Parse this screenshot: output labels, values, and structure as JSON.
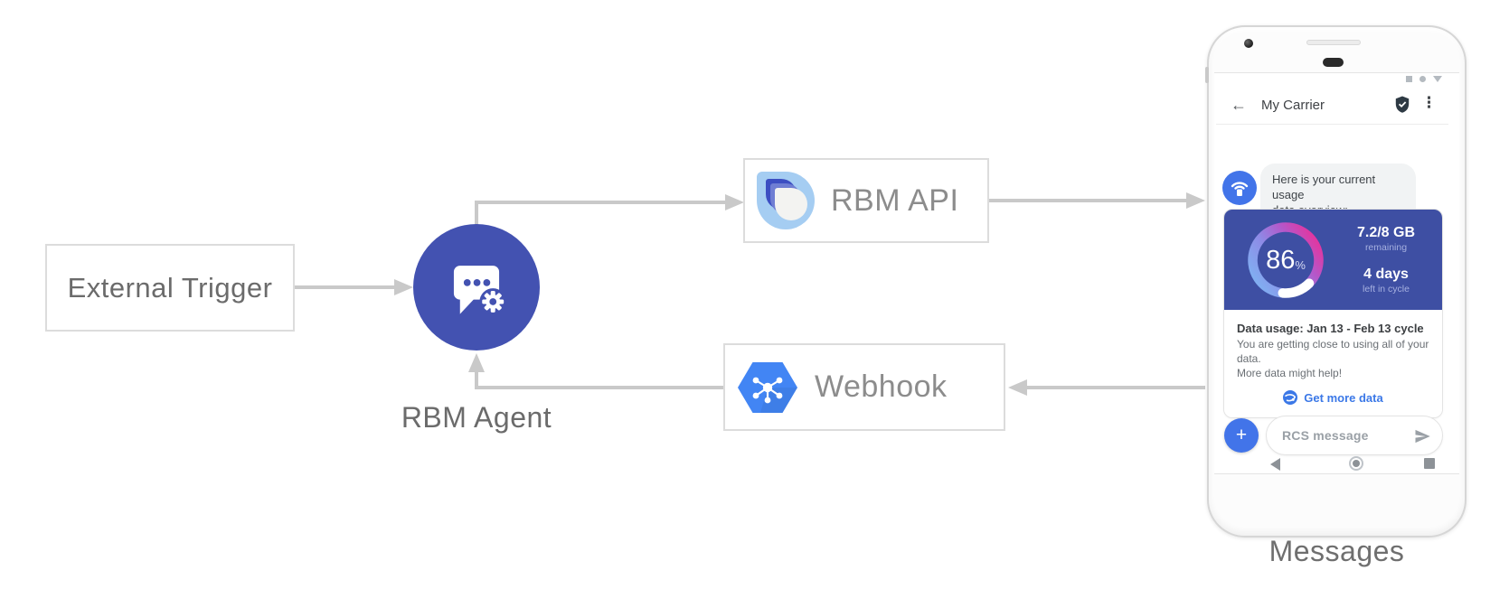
{
  "diagram": {
    "external_trigger_label": "External Trigger",
    "rbm_agent_label": "RBM Agent",
    "rbm_api_label": "RBM API",
    "webhook_label": "Webhook",
    "messages_caption": "Messages"
  },
  "phone": {
    "header": {
      "back_glyph": "←",
      "title": "My Carrier",
      "menu_glyph": "⋮"
    },
    "chat": {
      "greeting_lines": [
        "Here is your current usage",
        "data overview:"
      ],
      "usage_card": {
        "percent": "86",
        "percent_unit": "%",
        "data_value": "7.2/8 GB",
        "data_label": "remaining",
        "days_value": "4 days",
        "days_label": "left in cycle",
        "title": "Data usage: Jan 13 - Feb 13 cycle",
        "body_lines": [
          "You are getting close to using all of your data.",
          "More data might help!"
        ],
        "action_label": "Get more data"
      }
    },
    "composer": {
      "placeholder": "RCS message",
      "plus_glyph": "+"
    }
  },
  "icons": [
    "chat-agent-icon",
    "gear-icon",
    "rbm-api-logo",
    "pubsub-hexagon-icon",
    "carrier-avatar-icon",
    "verified-shield-icon",
    "kebab-menu-icon",
    "back-arrow-icon",
    "globe-icon",
    "plus-icon",
    "send-icon",
    "nav-back-icon",
    "nav-home-icon",
    "nav-square-icon",
    "status-square-icon",
    "status-dot-icon",
    "status-triangle-icon"
  ],
  "colors": {
    "arrow_gray": "#c9c9c9",
    "box_border": "#dcdcdc",
    "agent_indigo": "#4352b1",
    "card_indigo": "#3e4fa3",
    "chat_blue": "#4274e9",
    "link_blue": "#3b78e7",
    "hexagon_blue": "#4285f4",
    "gauge_gradient": [
      "#7fb2f2",
      "#8e8ae6",
      "#b557c9",
      "#e8329b"
    ],
    "gauge_remainder": "#ffffff",
    "muted_label_blue": "#a6b0e0"
  }
}
